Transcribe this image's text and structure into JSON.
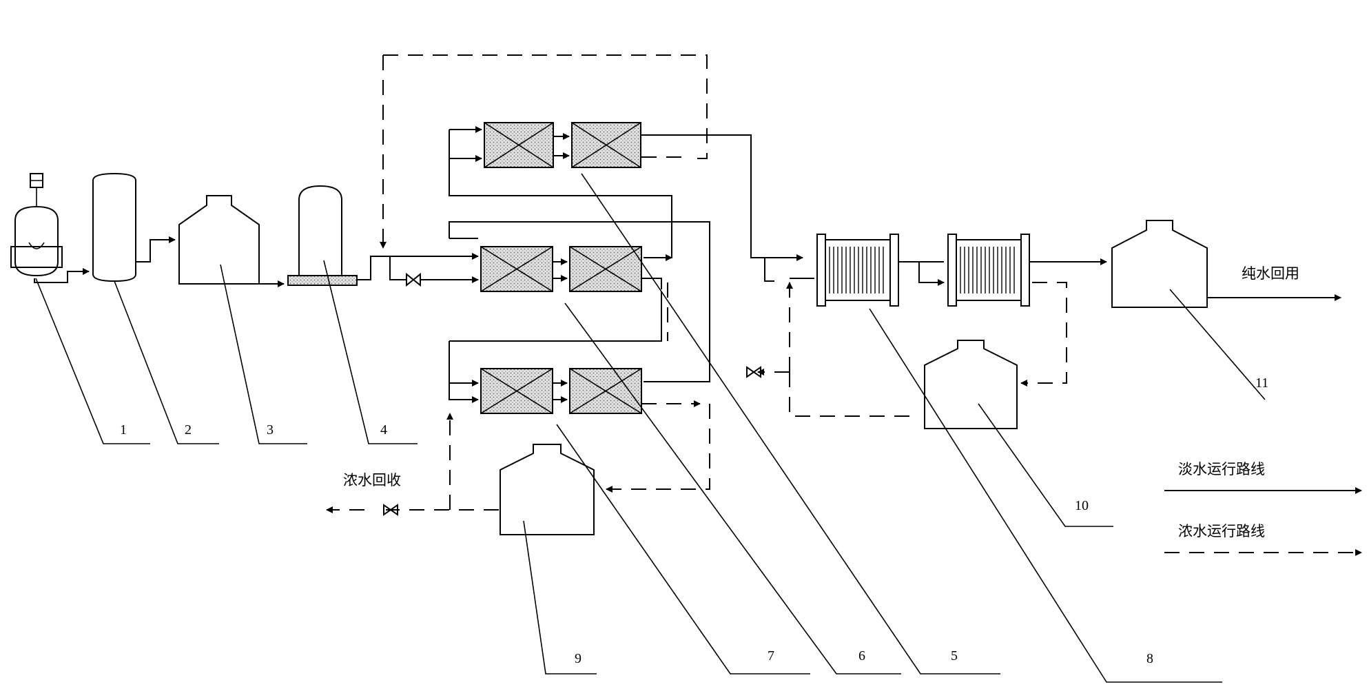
{
  "labels": {
    "pure_water_reuse": "纯水回用",
    "concentrate_recovery": "浓水回收",
    "legend_fresh": "淡水运行路线",
    "legend_concentrate": "浓水运行路线"
  },
  "callouts": [
    "1",
    "2",
    "3",
    "4",
    "5",
    "6",
    "7",
    "8",
    "9",
    "10",
    "11"
  ]
}
